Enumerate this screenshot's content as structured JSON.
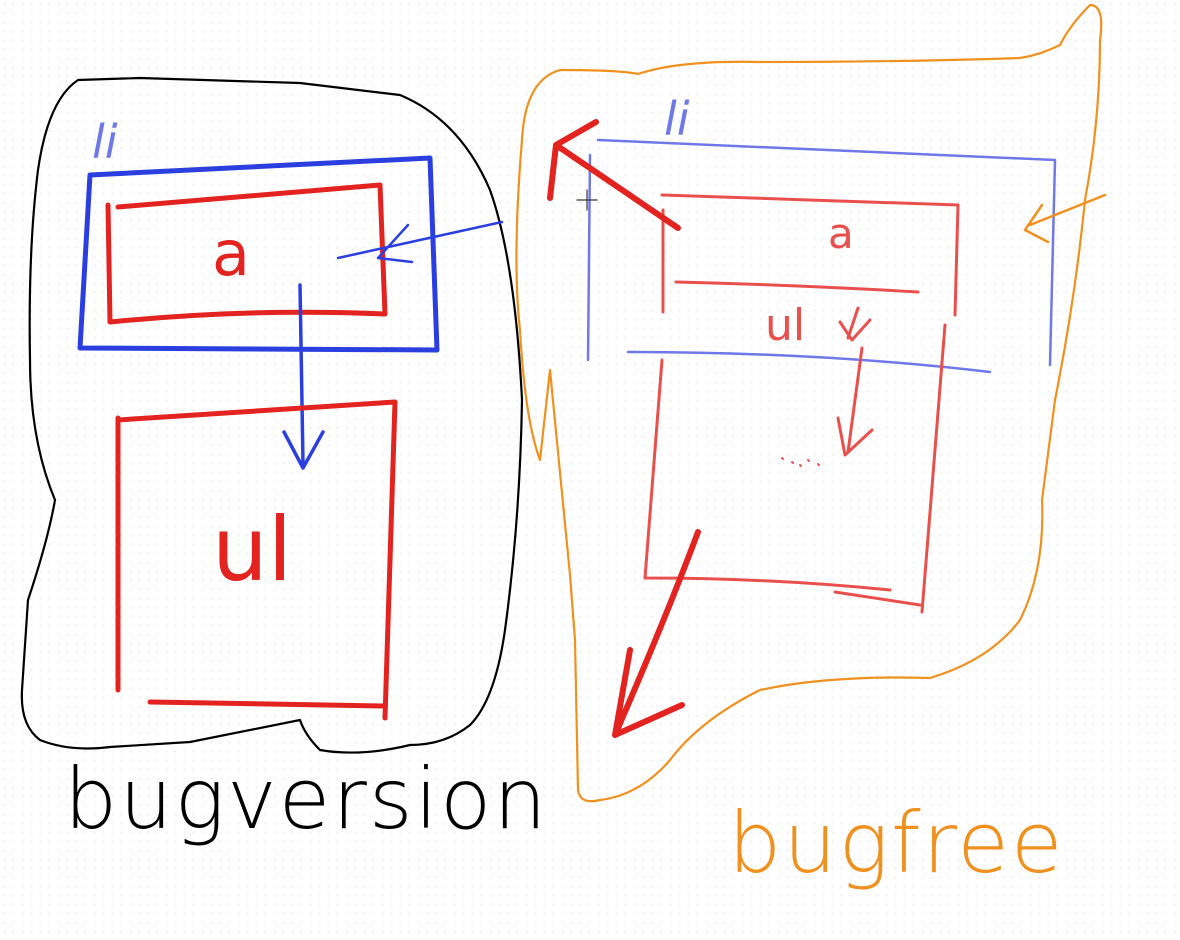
{
  "colors": {
    "ink_black": "#000000",
    "ink_blue": "#2b3fe0",
    "ink_blue_light": "#6f78e8",
    "ink_red": "#e3231f",
    "ink_orange": "#f0901e"
  },
  "left_diagram": {
    "li_label": "li",
    "a_label": "a",
    "ul_label": "ul",
    "caption": "bugversion"
  },
  "right_diagram": {
    "li_label": "li",
    "a_label": "a",
    "ul_label": "ul",
    "caption": "bugfree"
  }
}
